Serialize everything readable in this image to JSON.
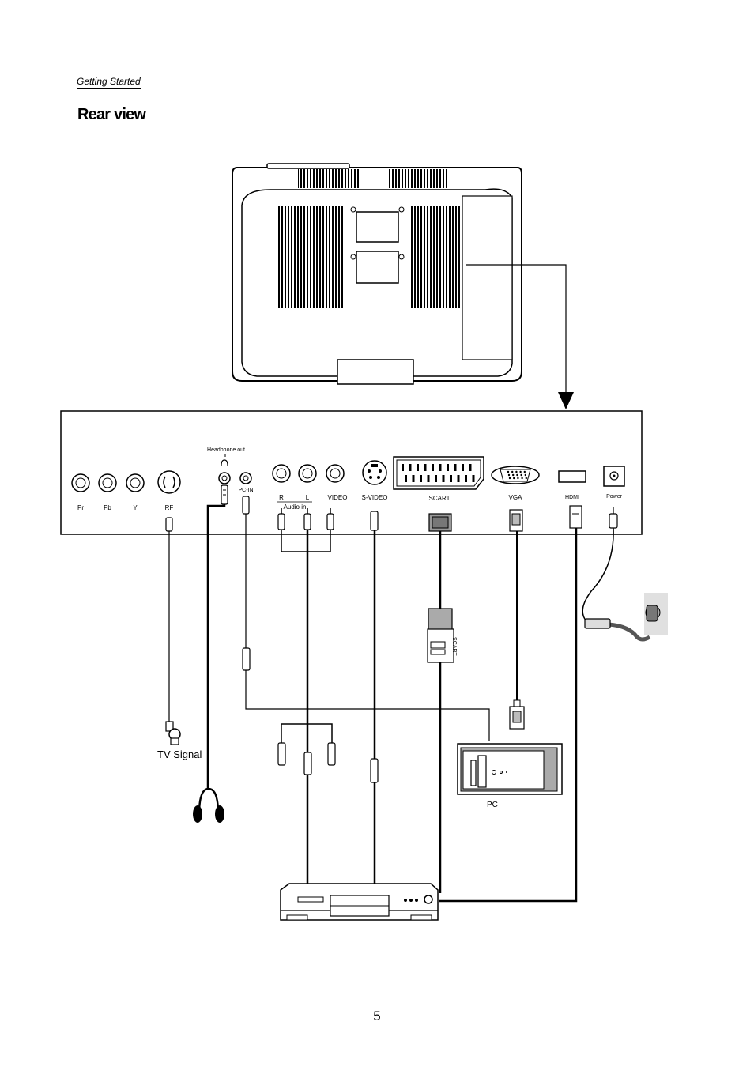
{
  "header": {
    "section": "Getting Started",
    "title": "Rear view"
  },
  "panel": {
    "ports": {
      "pr": "Pr",
      "pb": "Pb",
      "y": "Y",
      "rf": "RF",
      "headphone": "Headphone out",
      "pc_in": "PC-IN",
      "audio_r": "R",
      "audio_l": "L",
      "audio_in": "Audio in",
      "video": "VIDEO",
      "s_video": "S-VIDEO",
      "scart": "SCART",
      "vga": "VGA",
      "hdmi": "HDMI",
      "power": "Power"
    }
  },
  "devices": {
    "tv_signal": "TV Signal",
    "pc": "PC",
    "scart_plug": "SCART"
  },
  "footer": {
    "page_number": "5"
  }
}
